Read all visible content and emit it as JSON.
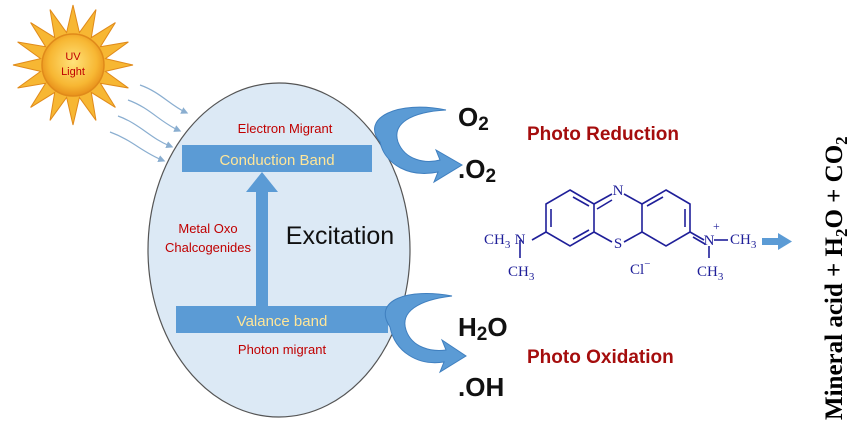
{
  "sun": {
    "label_line1": "UV",
    "label_line2": "Light"
  },
  "particle": {
    "electron_label": "Electron Migrant",
    "conduction_band": "Conduction Band",
    "valence_band": "Valance band",
    "photon_label": "Photon migrant",
    "catalyst_line1": "Metal Oxo",
    "catalyst_line2": "Chalcogenides",
    "excitation": "Excitation"
  },
  "reduction": {
    "reactant": "O",
    "reactant_sub": "2",
    "product": ".O",
    "product_sub": "2",
    "label": "Photo Reduction"
  },
  "oxidation": {
    "reactant_main": "H",
    "reactant_sub": "2",
    "reactant_tail": "O",
    "product": ".OH",
    "label": "Photo Oxidation"
  },
  "dye": {
    "ring_n": "N",
    "ring_s": "S",
    "left_ch3_top": "CH",
    "left_ch3_bottom": "CH",
    "left_n": "N",
    "right_n": "N",
    "right_ch3_top": "CH",
    "right_ch3_bottom": "CH",
    "sub3": "3",
    "plus": "+",
    "counter_ion": "Cl",
    "counter_charge": "−"
  },
  "products": {
    "text": "Mineral acid + H",
    "sub1": "2",
    "mid": "O + CO",
    "sub2": "2"
  },
  "colors": {
    "band": "#5b9bd5",
    "band_text": "#ffe699",
    "red_text": "#c00000",
    "dark_red": "#a50d0d",
    "dye_blue": "#1f1f99",
    "particle_fill": "#dce9f5",
    "arrow": "#4a90d0",
    "sun_orange": "#f5a623",
    "sun_ray": "#f7b733"
  }
}
